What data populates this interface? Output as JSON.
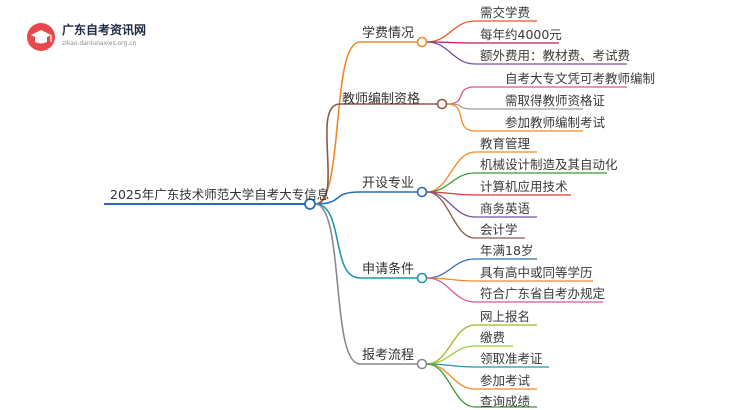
{
  "logo": {
    "title": "广东自考资讯网",
    "subtitle": "zikao.danlunaxies.org.cn",
    "icon": "graduation-cap-icon",
    "icon_color": "#e8484c"
  },
  "mindmap": {
    "root": {
      "label": "2025年广东技术师范大学自考大专信息",
      "color": "#2a6fb5"
    },
    "branches": [
      {
        "label": "学费情况",
        "color": "#f08a24",
        "children": [
          {
            "label": "需交学费",
            "color": "#e4572e"
          },
          {
            "label": "每年约4000元",
            "color": "#c2185b"
          },
          {
            "label": "额外费用：教材费、考试费",
            "color": "#7b4fa1"
          }
        ]
      },
      {
        "label": "教师编制资格",
        "color": "#8d5a4a",
        "children": [
          {
            "label": "自考大专文凭可考教师编制",
            "color": "#d6569c"
          },
          {
            "label": "需取得教师资格证",
            "color": "#9e9e9e"
          },
          {
            "label": "参加教师编制考试",
            "color": "#f08a24"
          }
        ]
      },
      {
        "label": "开设专业",
        "color": "#2a6fb5",
        "children": [
          {
            "label": "教育管理",
            "color": "#f08a24"
          },
          {
            "label": "机械设计制造及其自动化",
            "color": "#3a9a3a"
          },
          {
            "label": "计算机应用技术",
            "color": "#d93a3a"
          },
          {
            "label": "商务英语",
            "color": "#7b4fa1"
          },
          {
            "label": "会计学",
            "color": "#8d5a4a"
          }
        ]
      },
      {
        "label": "申请条件",
        "color": "#2196a8",
        "children": [
          {
            "label": "年满18岁",
            "color": "#2a6fb5"
          },
          {
            "label": "具有高中或同等学历",
            "color": "#f08a24"
          },
          {
            "label": "符合广东省自考办规定",
            "color": "#d6569c"
          }
        ]
      },
      {
        "label": "报考流程",
        "color": "#8a8a8a",
        "children": [
          {
            "label": "网上报名",
            "color": "#a8b820"
          },
          {
            "label": "缴费",
            "color": "#9ccc3c"
          },
          {
            "label": "领取准考证",
            "color": "#2196a8"
          },
          {
            "label": "参加考试",
            "color": "#f08a24"
          },
          {
            "label": "查询成绩",
            "color": "#3a9a3a"
          }
        ]
      }
    ]
  }
}
